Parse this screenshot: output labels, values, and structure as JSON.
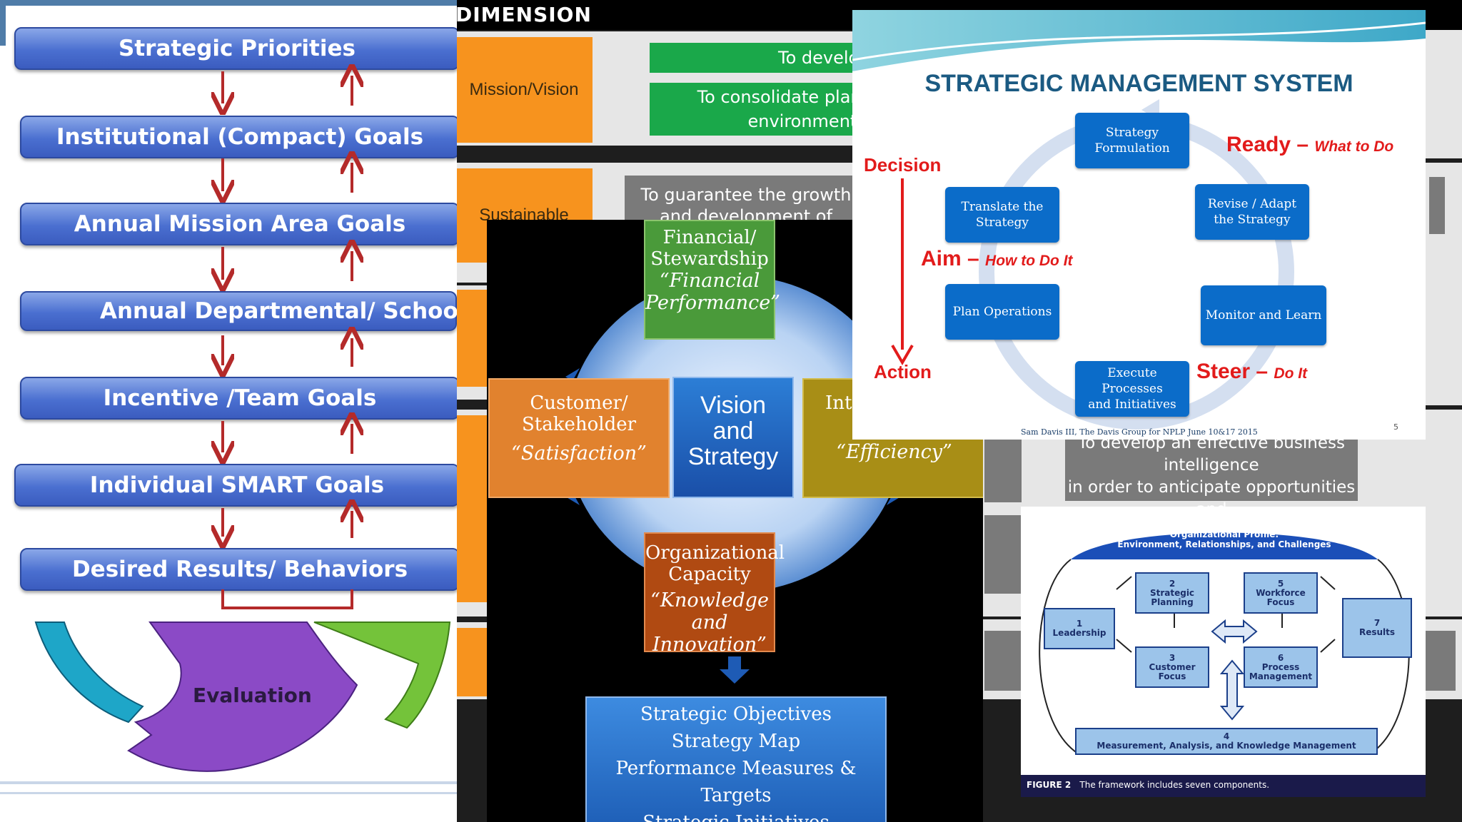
{
  "goals_cascade": {
    "levels": [
      "Strategic Priorities",
      "Institutional (Compact) Goals",
      "Annual Mission Area Goals",
      "Annual Departmental/ School Go",
      "Incentive /Team Goals",
      "Individual SMART Goals",
      "Desired Results/ Behaviors"
    ],
    "cycle_label": "Evaluation"
  },
  "dimension_table": {
    "header": "DIMENSION",
    "rows": [
      {
        "dimension": "Mission/Vision",
        "objectives": [
          "To develop",
          "To consolidate planted fores\nenvironmental c"
        ]
      },
      {
        "dimension": "Sustainable",
        "objectives": [
          "To guarantee the growth\nand development of"
        ]
      }
    ],
    "partial_text": "To develop an effective business intelligence\nin order to anticipate opportunities and\nminimize business risks"
  },
  "scorecard": {
    "top": {
      "title": "Financial/\nStewardship",
      "subtitle": "“Financial\nPerformance”"
    },
    "left": {
      "title": "Customer/\nStakeholder",
      "subtitle": "“Satisfaction”"
    },
    "center": "Vision\nand\nStrategy",
    "right": {
      "title": "Inte",
      "subtitle": "“Efficiency”"
    },
    "bottom": {
      "title": "Organizational\nCapacity",
      "subtitle": "“Knowledge\nand Innovation”"
    },
    "outputs": [
      "Strategic Objectives",
      "Strategy Map",
      "Performance Measures & Targets",
      "Strategic Initiatives"
    ]
  },
  "sms": {
    "title": "STRATEGIC MANAGEMENT SYSTEM",
    "boxes": {
      "formulation": "Strategy\nFormulation",
      "translate": "Translate the\nStrategy",
      "revise": "Revise / Adapt\nthe Strategy",
      "plan": "Plan Operations",
      "monitor": "Monitor and Learn",
      "execute": "Execute Processes\nand Initiatives"
    },
    "labels": {
      "decision": "Decision",
      "action": "Action",
      "ready": "Ready –",
      "ready_sub": "What to Do",
      "aim": "Aim –",
      "aim_sub": "How to Do It",
      "steer": "Steer –",
      "steer_sub": "Do It"
    },
    "footer": "Sam Davis III, The Davis Group for NPLP June 10&17 2015",
    "page": "5"
  },
  "baldrige": {
    "profile": "Organizational Profile:\nEnvironment, Relationships, and Challenges",
    "components": {
      "c1": "1\nLeadership",
      "c2": "2\nStrategic\nPlanning",
      "c3": "3\nCustomer\nFocus",
      "c4": "4\nMeasurement, Analysis, and Knowledge Management",
      "c5": "5\nWorkforce\nFocus",
      "c6": "6\nProcess\nManagement",
      "c7": "7\nResults"
    },
    "caption_label": "FIGURE 2",
    "caption": "The framework includes seven components."
  },
  "colors": {
    "goal_blue": "#4a6fd0",
    "orange": "#f7931e",
    "green": "#1aa84a",
    "sms_blue": "#0b6cc9",
    "accent_red": "#e21b1b"
  }
}
